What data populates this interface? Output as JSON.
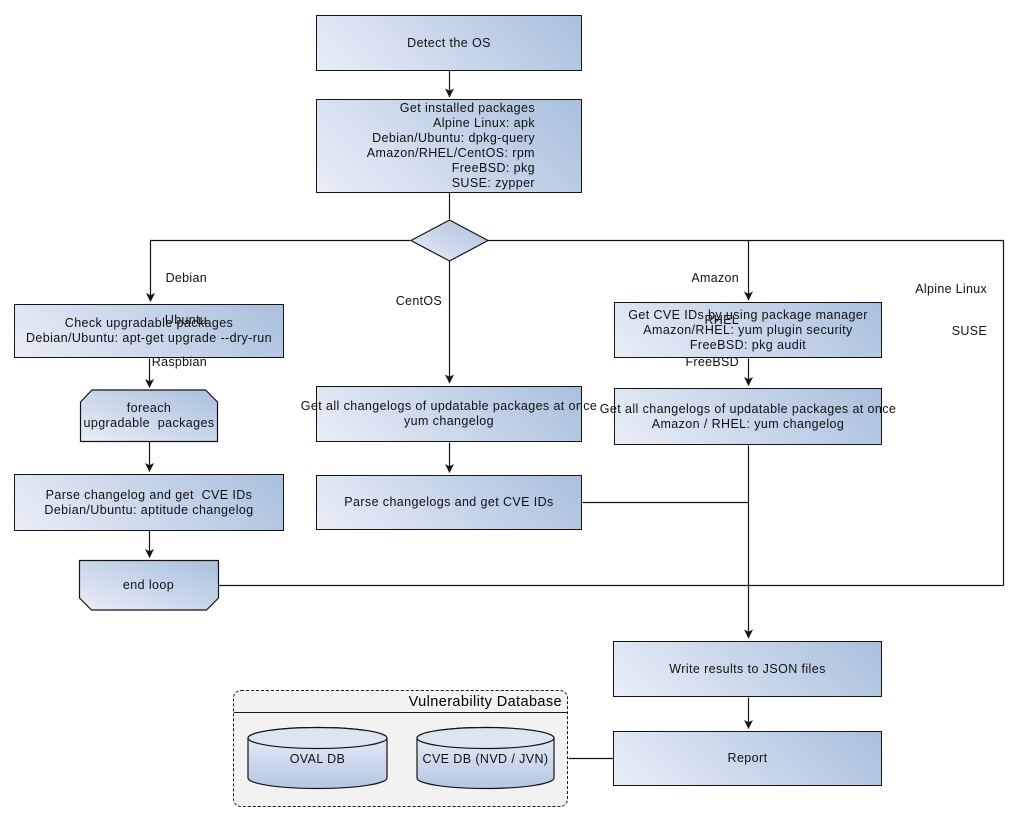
{
  "diagram": {
    "boxes": {
      "detect_os": {
        "lines": [
          "Detect the OS"
        ]
      },
      "get_installed": {
        "lines": [
          "Get installed packages",
          "Alpine Linux: apk",
          "Debian/Ubuntu: dpkg-query",
          "Amazon/RHEL/CentOS: rpm",
          "FreeBSD: pkg",
          "SUSE: zypper"
        ]
      },
      "check_upgradable": {
        "lines": [
          "Check upgradable packages",
          "Debian/Ubuntu: apt-get upgrade --dry-run"
        ]
      },
      "foreach_loop": {
        "lines": [
          "foreach",
          "upgradable  packages"
        ]
      },
      "parse_changelog_left": {
        "lines": [
          "Parse changelog and get  CVE IDs",
          "Debian/Ubuntu: aptitude changelog"
        ]
      },
      "end_loop": {
        "lines": [
          "end loop"
        ]
      },
      "get_changelogs_centos": {
        "lines": [
          "Get all changelogs of updatable packages at once",
          "yum changelog"
        ]
      },
      "parse_changelogs_centos": {
        "lines": [
          "Parse changelogs and get CVE IDs"
        ]
      },
      "get_cve_ids_pkg_mgr": {
        "lines": [
          "Get CVE IDs by using package manager",
          "Amazon/RHEL: yum plugin security",
          "FreeBSD: pkg audit"
        ]
      },
      "get_changelogs_amazon": {
        "lines": [
          "Get all changelogs of updatable packages at once",
          "Amazon / RHEL: yum changelog"
        ]
      },
      "write_results": {
        "lines": [
          "Write results to JSON files"
        ]
      },
      "report": {
        "lines": [
          "Report"
        ]
      }
    },
    "branch_labels": {
      "left": {
        "lines": [
          "Debian",
          "Ubuntu",
          "Raspbian"
        ]
      },
      "center": {
        "lines": [
          "CentOS"
        ]
      },
      "right": {
        "lines": [
          "Amazon",
          "RHEL",
          "FreeBSD"
        ]
      },
      "far_right": {
        "lines": [
          "Alpine Linux",
          "SUSE"
        ]
      }
    },
    "database": {
      "title": "Vulnerability Database",
      "cylinders": [
        {
          "label": "OVAL DB"
        },
        {
          "label": "CVE DB (NVD / JVN)"
        }
      ]
    },
    "colors": {
      "node_fill_light": "#e9eef7",
      "node_fill_dark": "#a9bfdd",
      "node_border": "#141414",
      "db_container_fill": "#f2f2f2",
      "connector": "#141414",
      "text": "#111111",
      "background": "#ffffff"
    }
  }
}
